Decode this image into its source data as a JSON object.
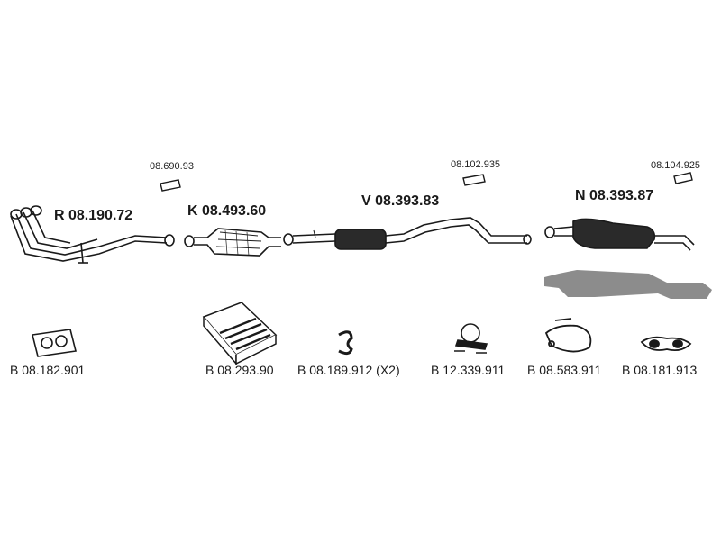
{
  "parts": {
    "front_pipe": "R 08.190.72",
    "catalyst": "K 08.493.60",
    "middle_silencer": "V 08.393.83",
    "rear_silencer": "N 08.393.87"
  },
  "hangers": {
    "h1": "08.690.93",
    "h2": "08.102.935",
    "h3": "08.104.925"
  },
  "accessories": {
    "gasket": "B 08.182.901",
    "mount_kit": "B 08.293.90",
    "clamp_ring": "B 08.189.912 (X2)",
    "pipe_clamp": "B 12.339.911",
    "rubber_hanger": "B 08.583.911",
    "flange_gasket": "B 08.181.913"
  },
  "colors": {
    "line": "#1a1a1a",
    "shadow": "#8c8c8c",
    "fill": "#ffffff"
  }
}
